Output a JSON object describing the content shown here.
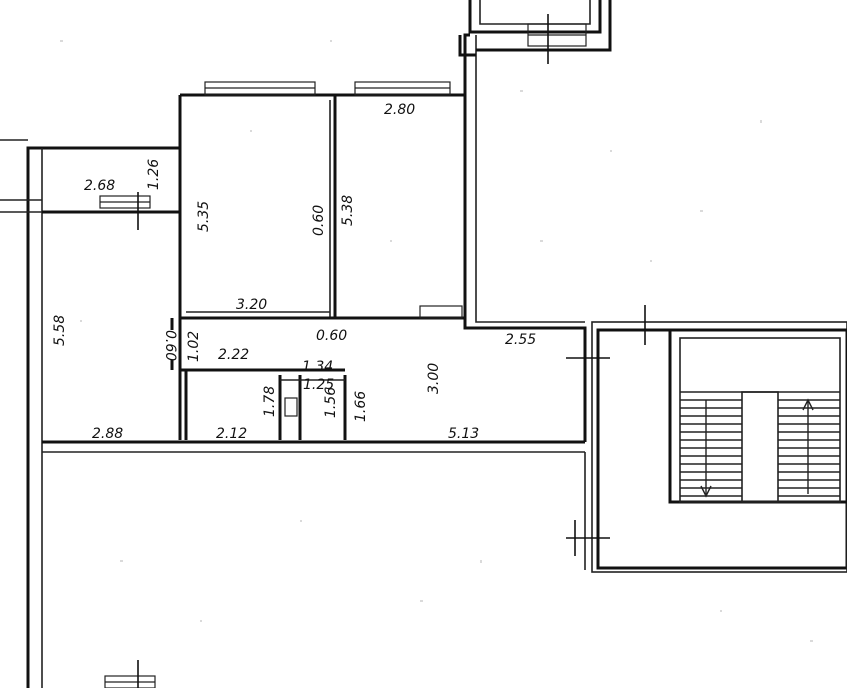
{
  "floor_plan": {
    "dimensions": [
      {
        "id": "d-2-80",
        "label": "2.80"
      },
      {
        "id": "d-1-26",
        "label": "1.26"
      },
      {
        "id": "d-2-68",
        "label": "2.68"
      },
      {
        "id": "d-5-35",
        "label": "5.35"
      },
      {
        "id": "d-0-60-a",
        "label": "0.60"
      },
      {
        "id": "d-5-38",
        "label": "5.38"
      },
      {
        "id": "d-5-58",
        "label": "5.58"
      },
      {
        "id": "d-0-60-b",
        "label": "0.60"
      },
      {
        "id": "d-3-20",
        "label": "3.20"
      },
      {
        "id": "d-0-60-c",
        "label": "0.60"
      },
      {
        "id": "d-2-55",
        "label": "2.55"
      },
      {
        "id": "d-1-02",
        "label": "1.02"
      },
      {
        "id": "d-2-22",
        "label": "2.22"
      },
      {
        "id": "d-1-34",
        "label": "1.34"
      },
      {
        "id": "d-1-25",
        "label": "1.25"
      },
      {
        "id": "d-3-00",
        "label": "3.00"
      },
      {
        "id": "d-1-78",
        "label": "1.78"
      },
      {
        "id": "d-1-56",
        "label": "1.56"
      },
      {
        "id": "d-1-66",
        "label": "1.66"
      },
      {
        "id": "d-2-88",
        "label": "2.88"
      },
      {
        "id": "d-2-12",
        "label": "2.12"
      },
      {
        "id": "d-5-13",
        "label": "5.13"
      }
    ],
    "colors": {
      "wall": "#111111",
      "background": "#ffffff",
      "scan_noise": "#bcbcbc"
    }
  }
}
